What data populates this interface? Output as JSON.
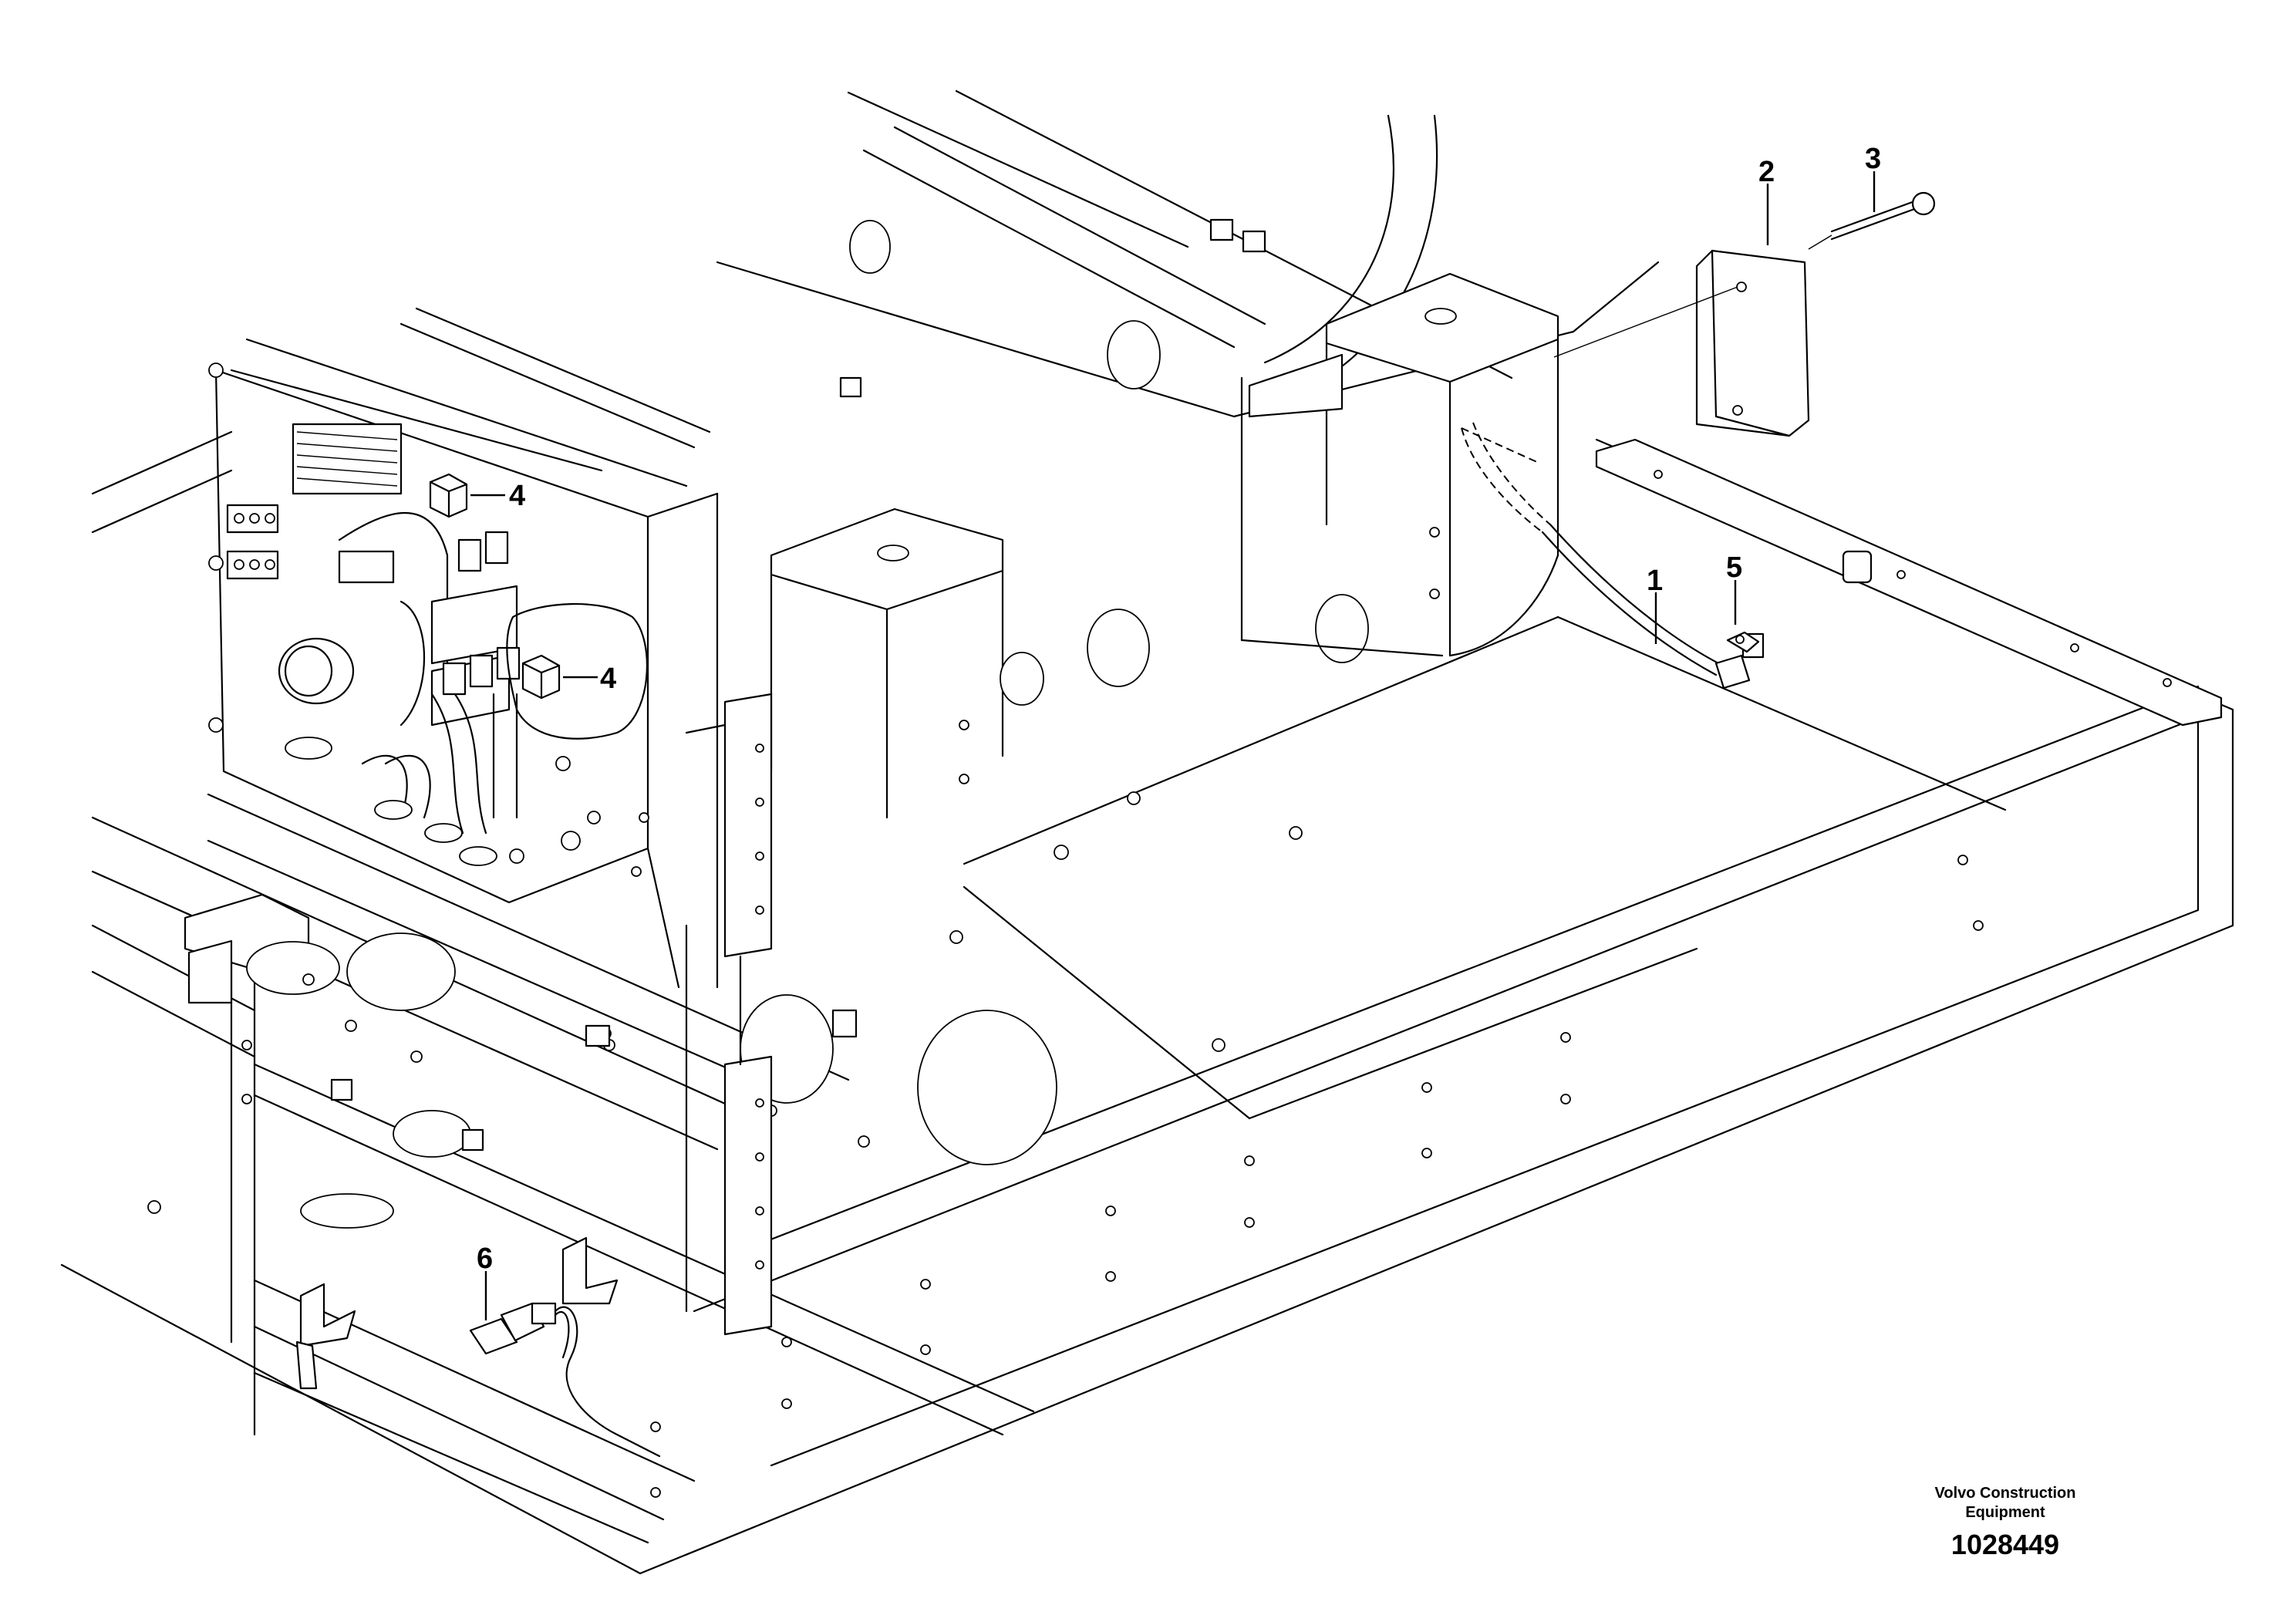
{
  "callouts": [
    {
      "id": "1",
      "label": "1"
    },
    {
      "id": "2",
      "label": "2"
    },
    {
      "id": "3",
      "label": "3"
    },
    {
      "id": "4a",
      "label": "4"
    },
    {
      "id": "4b",
      "label": "4"
    },
    {
      "id": "5",
      "label": "5"
    },
    {
      "id": "6",
      "label": "6"
    }
  ],
  "manufacturer": {
    "line1": "Volvo Construction",
    "line2": "Equipment"
  },
  "drawing_number": "1028449"
}
